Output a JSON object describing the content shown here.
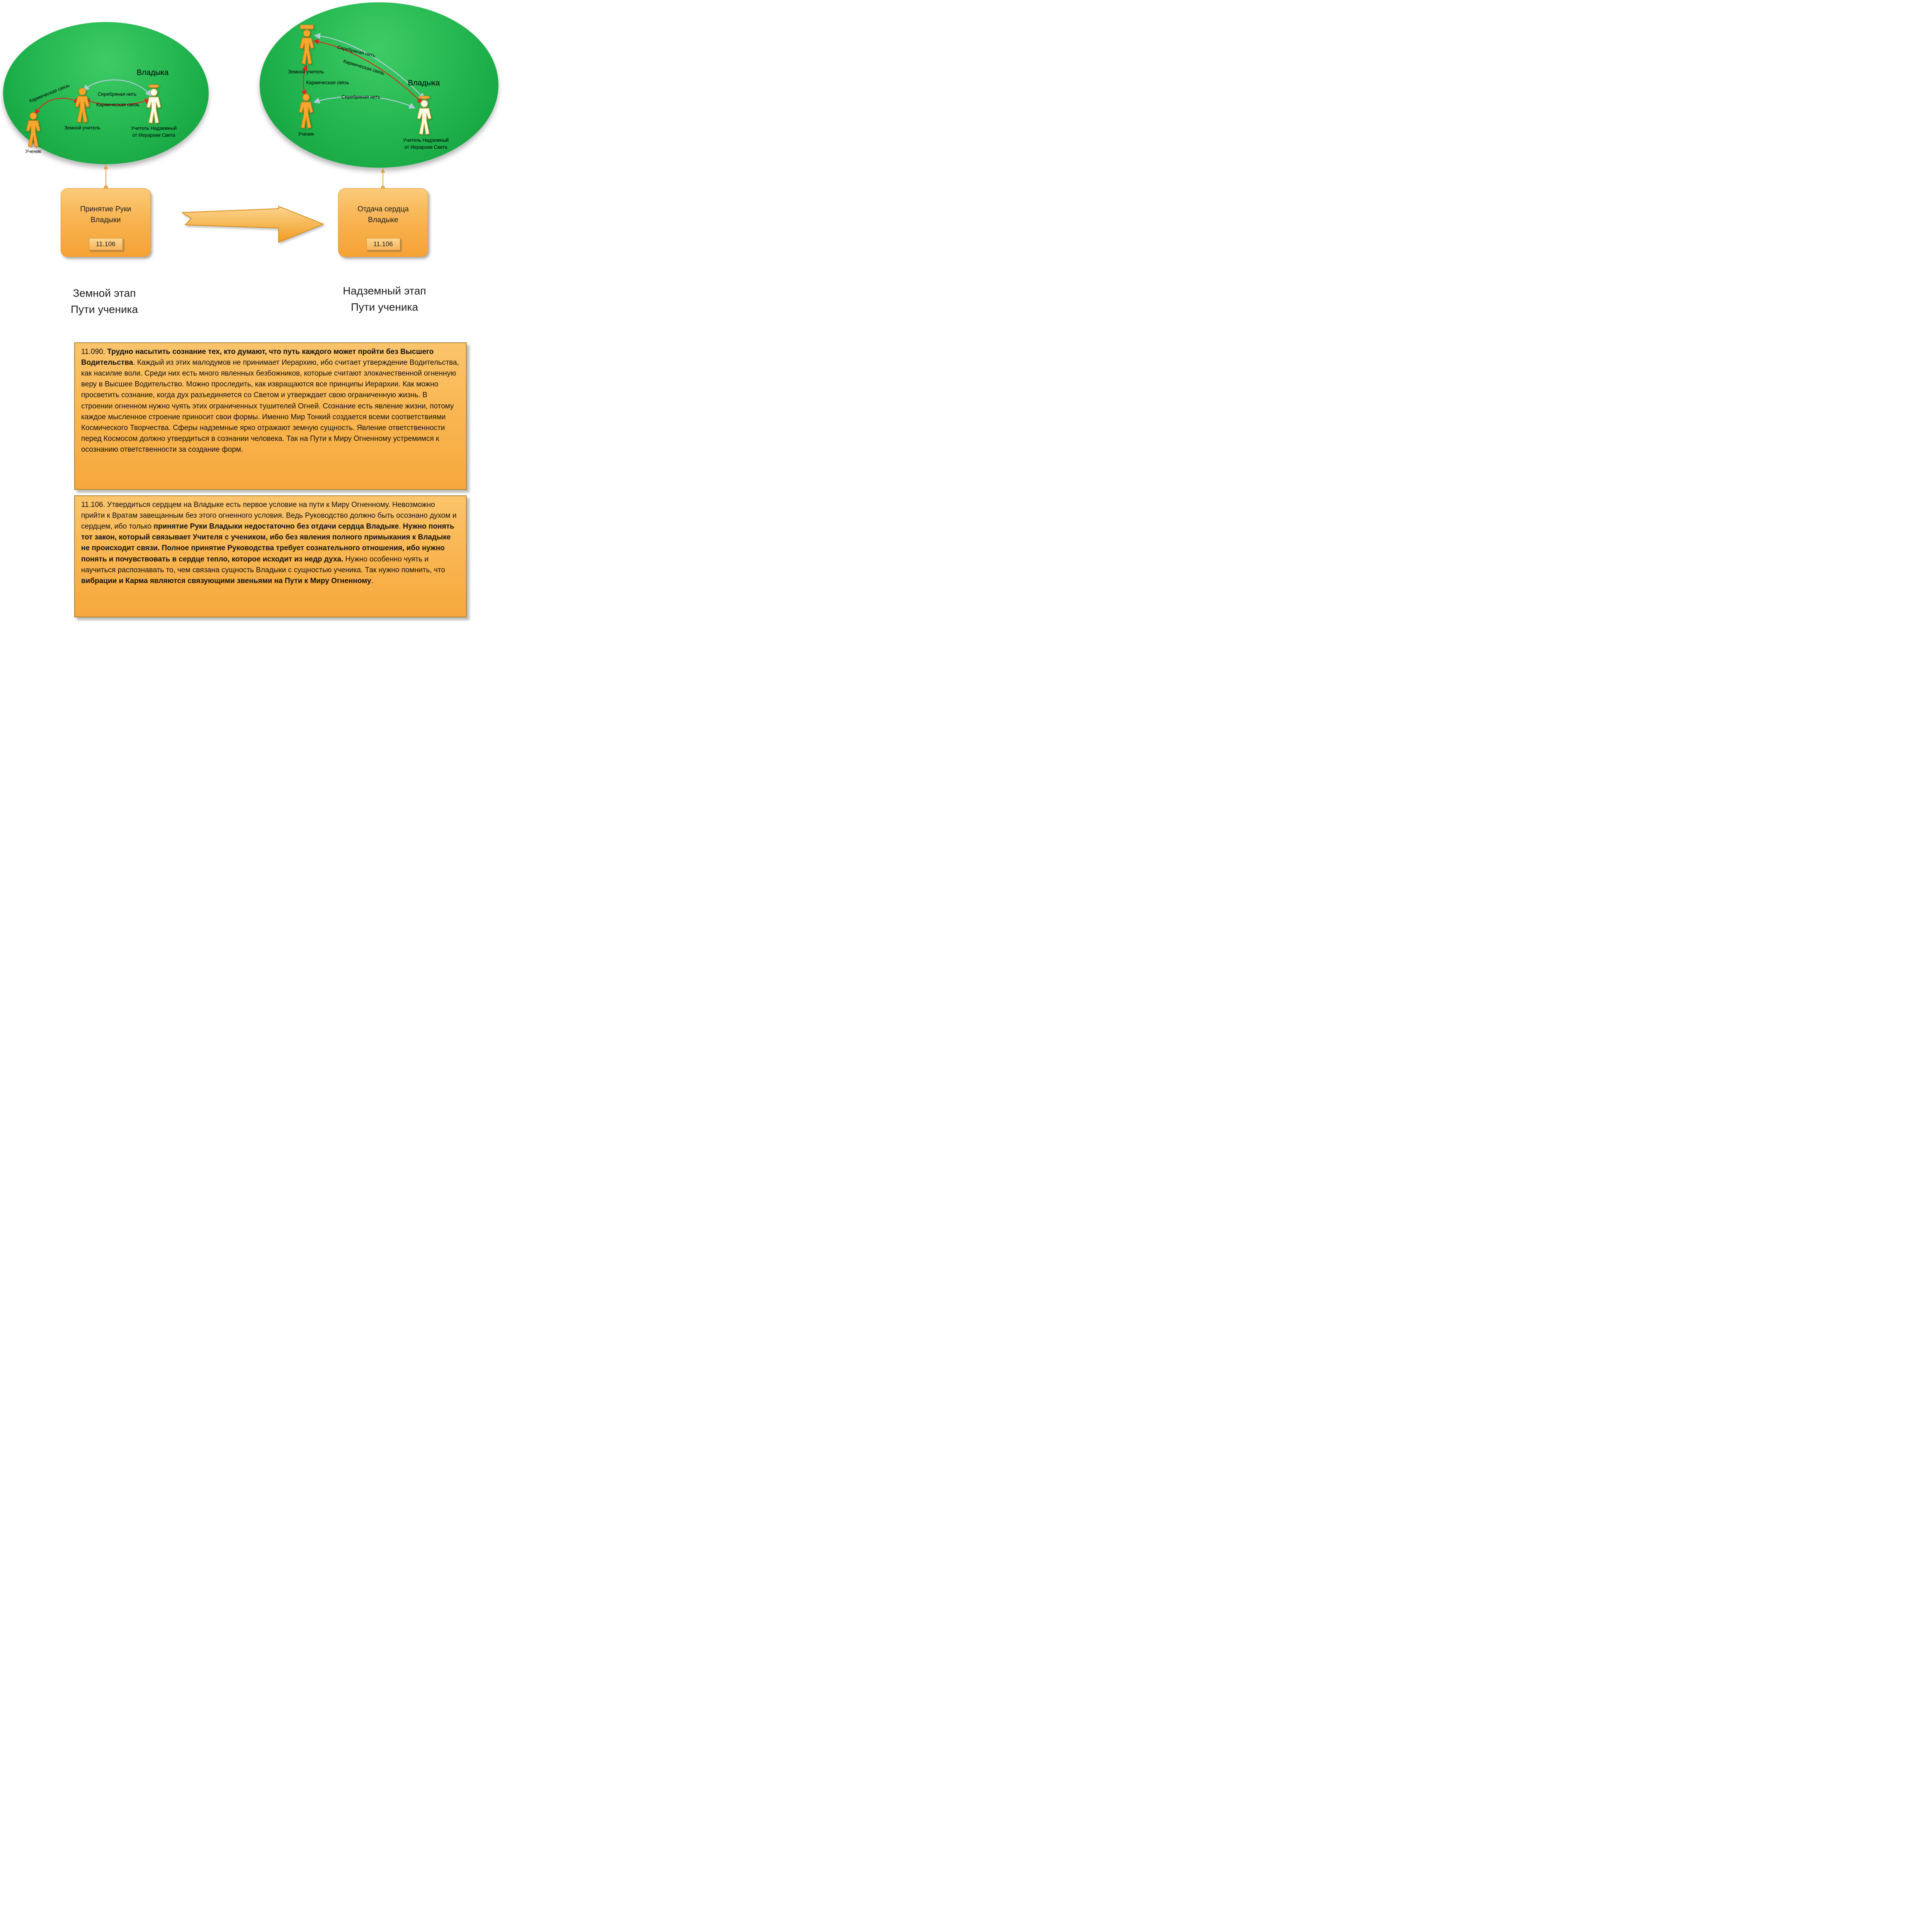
{
  "colors": {
    "ellipse_green": "#21b44e",
    "box_orange": "#f5a234",
    "karmic_red": "#d92b1f",
    "silver_thread": "#b7cce0"
  },
  "left_diagram": {
    "vladyka": "Владыка",
    "figures": {
      "student": "Ученик",
      "earthly_teacher": "Земной учитель",
      "supermundane_line1": "Учитель Надземный",
      "supermundane_line2": "от Иерархии Света"
    },
    "links": {
      "karmic_left": "Кармическая связь",
      "silver": "Серебряная нить",
      "karmic_mid": "Кармическая связь"
    }
  },
  "right_diagram": {
    "vladyka": "Владыка",
    "figures": {
      "student": "Ученик",
      "earthly_teacher": "Земной учитель",
      "supermundane_line1": "Учитель Надземный",
      "supermundane_line2": "от Иерархии Света"
    },
    "links": {
      "silver_top": "Серебряная нить",
      "karmic_top": "Кармическая связь",
      "karmic_left": "Кармическая связь",
      "silver_bottom": "Серебряная нить"
    }
  },
  "process_boxes": {
    "left": {
      "line1": "Принятие Руки",
      "line2": "Владыки",
      "ref": "11.106"
    },
    "right": {
      "line1": "Отдача сердца",
      "line2": "Владыке",
      "ref": "11.106"
    }
  },
  "stage_labels": {
    "left_line1": "Земной этап",
    "left_line2": "Пути ученика",
    "right_line1": "Надземный этап",
    "right_line2": "Пути ученика"
  },
  "passages": {
    "p1": {
      "segments": [
        {
          "text": "11.090. ",
          "bold": false
        },
        {
          "text": "Трудно насытить сознание тех, кто думают, что путь каждого может пройти без Высшего Водительства",
          "bold": true
        },
        {
          "text": ". Каждый из этих малодумов не принимает Иерархию, ибо считает утверждение Водительства, как насилие воли. Среди них есть много явленных безбожников, которые считают злокачественной огненную веру в Высшее Водительство. Можно проследить, как извращаются все принципы Иерархии. Как можно просветить сознание, когда дух разъединяется со Светом и утверждает свою ограниченную жизнь. В строении огненном нужно чуять этих ограниченных тушителей Огней. Сознание есть явление жизни, потому каждое мысленное строение приносит свои формы. Именно Мир Тонкий создается всеми соответствиями Космического Творчества. Сферы надземные ярко отражают земную сущность. Явление ответственности перед Космосом должно утвердиться в сознании человека. Так на Пути к Миру Огненному устремимся к осознанию ответственности за создание форм.",
          "bold": false
        }
      ]
    },
    "p2": {
      "segments": [
        {
          "text": "11.106. Утвердиться сердцем на Владыке есть первое условие на пути к Миру Огненному. Невозможно прийти к Вратам завещанным без этого огненного условия. Ведь Руководство должно быть осознано духом и сердцем, ибо только ",
          "bold": false
        },
        {
          "text": "принятие Руки Владыки недостаточно без отдачи сердца Владыке",
          "bold": true
        },
        {
          "text": ". ",
          "bold": false
        },
        {
          "text": "Нужно понять тот закон, который связывает Учителя с учеником, ибо без явления полного примыкания к Владыке не происходит связи. Полное принятие Руководства требует сознательного отношения, ибо нужно понять и почувствовать в сердце тепло, которое исходит из недр духа.",
          "bold": true
        },
        {
          "text": " Нужно особенно чуять и научиться распознавать то, чем связана сущность Владыки с сущностью ученика. Так нужно помнить, что ",
          "bold": false
        },
        {
          "text": "вибрации и Карма являются связующими звеньями на Пути к Миру Огненному",
          "bold": true
        },
        {
          "text": ".",
          "bold": false
        }
      ]
    }
  }
}
